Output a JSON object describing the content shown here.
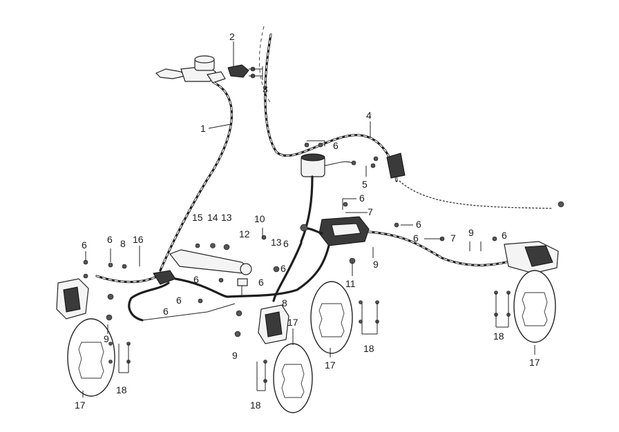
{
  "diagram": {
    "callouts": [
      {
        "id": "c1",
        "text": "1"
      },
      {
        "id": "c2",
        "text": "2"
      },
      {
        "id": "c3",
        "text": "3"
      },
      {
        "id": "c4",
        "text": "4"
      },
      {
        "id": "c5",
        "text": "5"
      },
      {
        "id": "c6a",
        "text": "6"
      },
      {
        "id": "c6b",
        "text": "6"
      },
      {
        "id": "c6c",
        "text": "6"
      },
      {
        "id": "c6d",
        "text": "6"
      },
      {
        "id": "c6e",
        "text": "6"
      },
      {
        "id": "c6f",
        "text": "6"
      },
      {
        "id": "c6g",
        "text": "6"
      },
      {
        "id": "c6h",
        "text": "6"
      },
      {
        "id": "c6i",
        "text": "6"
      },
      {
        "id": "c6j",
        "text": "6"
      },
      {
        "id": "c6k",
        "text": "6"
      },
      {
        "id": "c6l",
        "text": "6"
      },
      {
        "id": "c6m",
        "text": "6"
      },
      {
        "id": "c7a",
        "text": "7"
      },
      {
        "id": "c7b",
        "text": "7"
      },
      {
        "id": "c8a",
        "text": "8"
      },
      {
        "id": "c8b",
        "text": "8"
      },
      {
        "id": "c9a",
        "text": "9"
      },
      {
        "id": "c9b",
        "text": "9"
      },
      {
        "id": "c9c",
        "text": "9"
      },
      {
        "id": "c9d",
        "text": "9"
      },
      {
        "id": "c10",
        "text": "10"
      },
      {
        "id": "c11",
        "text": "11"
      },
      {
        "id": "c12",
        "text": "12"
      },
      {
        "id": "c13a",
        "text": "13"
      },
      {
        "id": "c13b",
        "text": "13"
      },
      {
        "id": "c14",
        "text": "14"
      },
      {
        "id": "c15",
        "text": "15"
      },
      {
        "id": "c16",
        "text": "16"
      },
      {
        "id": "c17a",
        "text": "17"
      },
      {
        "id": "c17b",
        "text": "17"
      },
      {
        "id": "c17c",
        "text": "17"
      },
      {
        "id": "c17d",
        "text": "17"
      },
      {
        "id": "c18a",
        "text": "18"
      },
      {
        "id": "c18b",
        "text": "18"
      },
      {
        "id": "c18c",
        "text": "18"
      },
      {
        "id": "c18d",
        "text": "18"
      }
    ]
  }
}
